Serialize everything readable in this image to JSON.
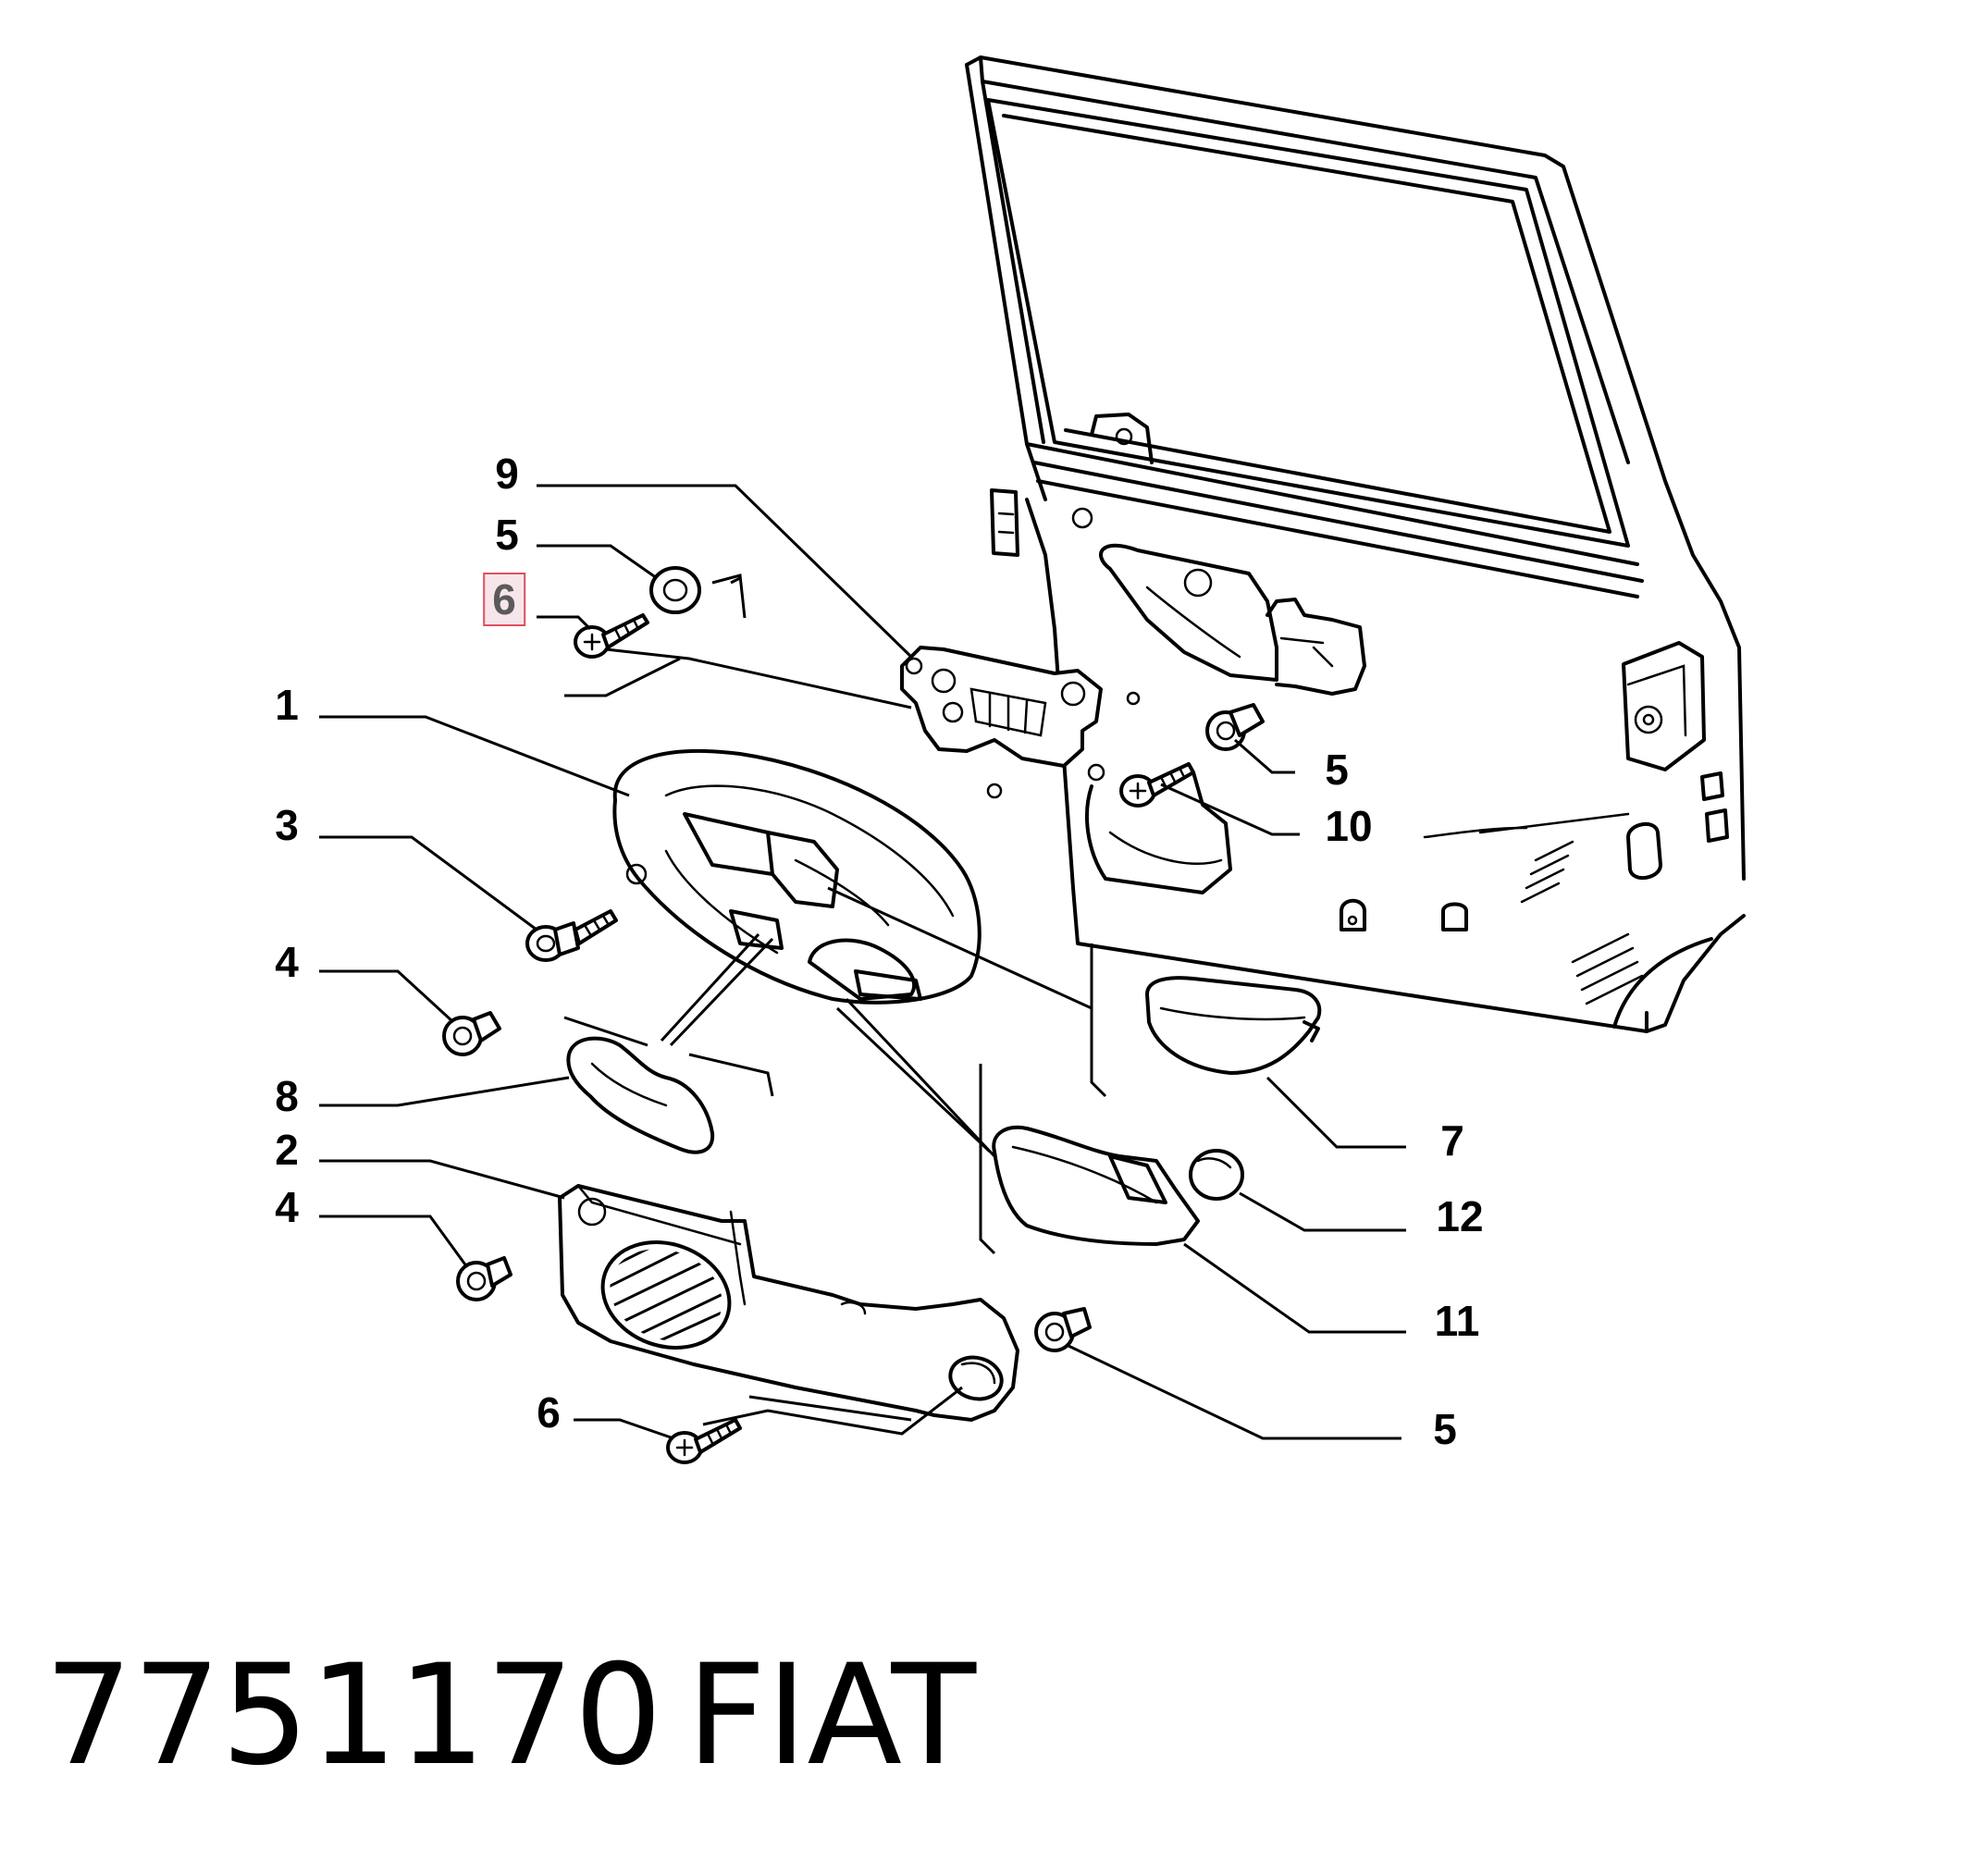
{
  "callouts": [
    {
      "id": "9",
      "text": "9"
    },
    {
      "id": "5a",
      "text": "5"
    },
    {
      "id": "6a",
      "text": "6",
      "highlighted": true
    },
    {
      "id": "1",
      "text": "1"
    },
    {
      "id": "3",
      "text": "3"
    },
    {
      "id": "4a",
      "text": "4"
    },
    {
      "id": "8",
      "text": "8"
    },
    {
      "id": "2",
      "text": "2"
    },
    {
      "id": "4b",
      "text": "4"
    },
    {
      "id": "6b",
      "text": "6"
    },
    {
      "id": "5b",
      "text": "5"
    },
    {
      "id": "10",
      "text": "10"
    },
    {
      "id": "7",
      "text": "7"
    },
    {
      "id": "12",
      "text": "12"
    },
    {
      "id": "11",
      "text": "11"
    },
    {
      "id": "5c",
      "text": "5"
    }
  ],
  "footer": {
    "part_number": "7751170",
    "brand": "FIAT"
  },
  "colors": {
    "line": "#000000",
    "highlight_fill": "#f6e6ea",
    "highlight_border": "#e05060",
    "highlight_text": "#5a5a5a"
  }
}
